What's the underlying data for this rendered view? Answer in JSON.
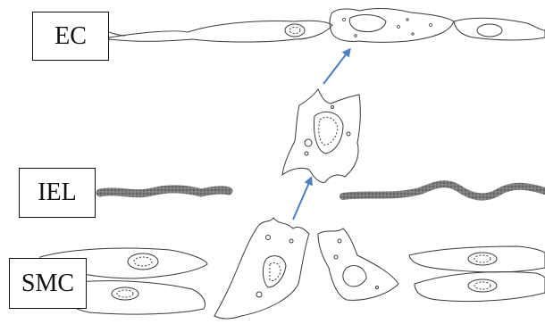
{
  "labels": {
    "ec": "EC",
    "iel": "IEL",
    "smc": "SMC"
  },
  "colors": {
    "outline": "#3a3a3a",
    "lamina": "#6e6e6e",
    "arrow": "#4a7fc4",
    "label_border": "#111111"
  }
}
